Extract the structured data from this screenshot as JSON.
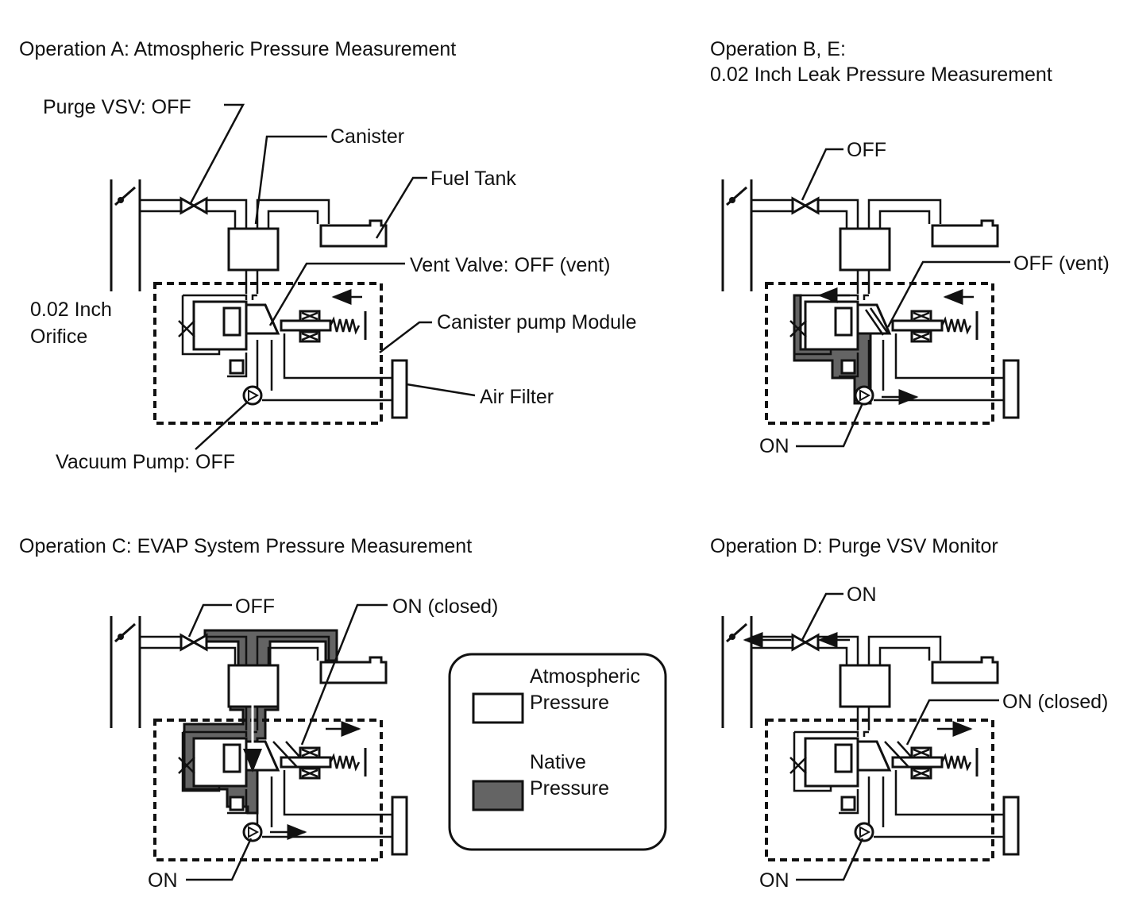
{
  "panels": {
    "a": {
      "title": "Operation A: Atmospheric Pressure Measurement",
      "purge_vsv": "Purge VSV: OFF",
      "canister": "Canister",
      "fuel_tank": "Fuel Tank",
      "vent_valve": "Vent Valve: OFF (vent)",
      "orifice_line1": "0.02 Inch",
      "orifice_line2": "Orifice",
      "pump_module": "Canister pump Module",
      "air_filter": "Air Filter",
      "vacuum_pump": "Vacuum Pump: OFF"
    },
    "b": {
      "title_line1": "Operation B, E:",
      "title_line2": "0.02 Inch Leak Pressure Measurement",
      "purge_vsv": "OFF",
      "vent_valve": "OFF (vent)",
      "vacuum_pump": "ON"
    },
    "c": {
      "title": "Operation C: EVAP System Pressure Measurement",
      "purge_vsv": "OFF",
      "vent_valve": "ON (closed)",
      "vacuum_pump": "ON"
    },
    "d": {
      "title": "Operation D: Purge VSV Monitor",
      "purge_vsv": "ON",
      "vent_valve": "ON (closed)",
      "vacuum_pump": "ON"
    }
  },
  "legend": {
    "atmospheric_line1": "Atmospheric",
    "atmospheric_line2": "Pressure",
    "native_line1": "Native",
    "native_line2": "Pressure",
    "atmospheric_color": "#ffffff",
    "native_color": "#646464"
  }
}
